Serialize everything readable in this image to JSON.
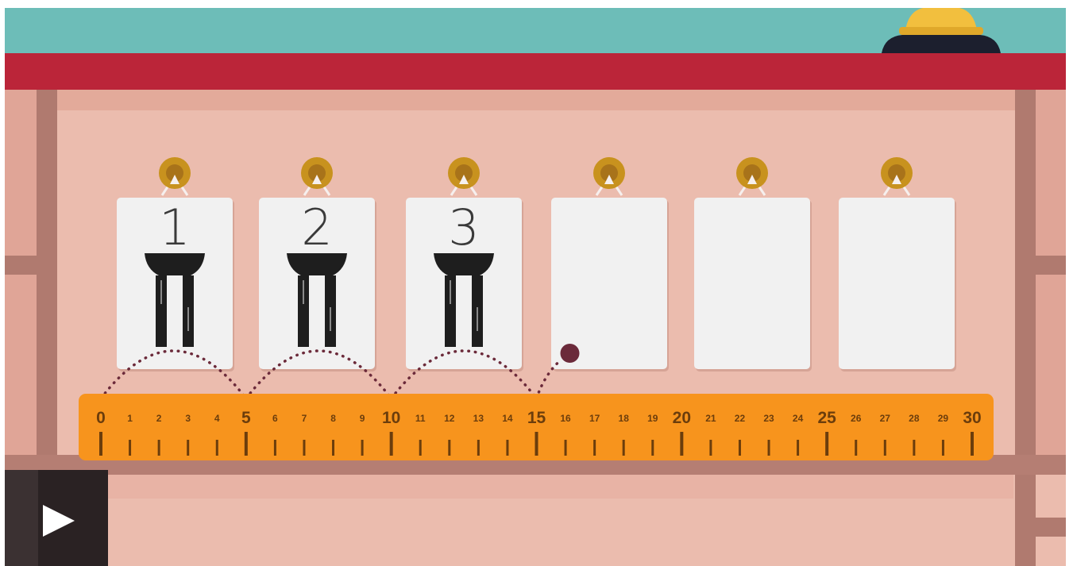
{
  "cards": [
    {
      "number": "1",
      "has_lamp": true
    },
    {
      "number": "2",
      "has_lamp": true
    },
    {
      "number": "3",
      "has_lamp": true
    },
    {
      "number": "",
      "has_lamp": false
    },
    {
      "number": "",
      "has_lamp": false
    },
    {
      "number": "",
      "has_lamp": false
    }
  ],
  "ruler": {
    "min": 0,
    "max": 30,
    "labels": [
      "0",
      "1",
      "2",
      "3",
      "4",
      "5",
      "6",
      "7",
      "8",
      "9",
      "10",
      "11",
      "12",
      "13",
      "14",
      "15",
      "16",
      "17",
      "18",
      "19",
      "20",
      "21",
      "22",
      "23",
      "24",
      "25",
      "26",
      "27",
      "28",
      "29",
      "30"
    ],
    "major_every": 5
  },
  "jumps": [
    [
      0,
      5
    ],
    [
      5,
      10
    ],
    [
      10,
      15
    ]
  ],
  "bouncing_dot_near": 15,
  "colors": {
    "teal": "#6dbdb8",
    "red_beam": "#bb2539",
    "wall": "#ebbcae",
    "post": "#b07a6f",
    "card": "#f1f1f1",
    "hook_gold": "#c8921e",
    "ruler_orange": "#f7941d",
    "ruler_ink": "#6b3d0c",
    "lamp_black": "#1e1e1e",
    "jump_dots": "#6b2a3a",
    "bell_gold": "#f2bf3e",
    "bell_base": "#1c1f2e",
    "play_bg": "#2a2223"
  },
  "icons": {
    "play": "play-icon",
    "bell": "bell-icon",
    "lamp": "desk-lamp-icon",
    "hook": "hook-icon"
  }
}
